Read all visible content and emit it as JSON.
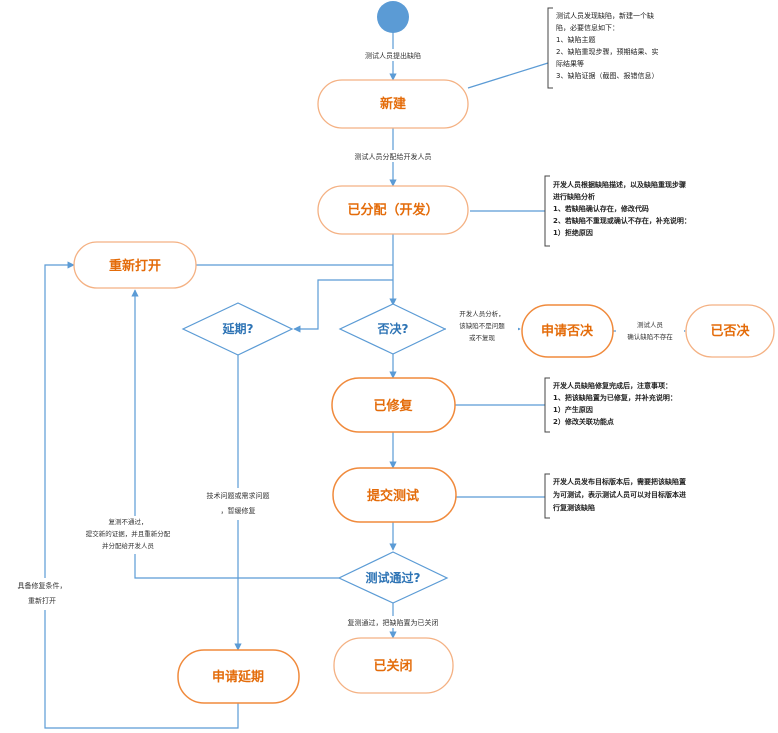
{
  "nodes": {
    "new": "新建",
    "assigned": "已分配（开发）",
    "reopen": "重新打开",
    "apply_reject": "申请否决",
    "rejected": "已否决",
    "fixed": "已修复",
    "submit_test": "提交测试",
    "apply_delay": "申请延期",
    "closed": "已关闭"
  },
  "decisions": {
    "delay": "延期?",
    "reject": "否决?",
    "test_pass": "测试通过?"
  },
  "edge_labels": {
    "start_to_new": "测试人员提出缺陷",
    "new_to_assigned": "测试人员分配给开发人员",
    "reject_yes": [
      "开发人员分析，",
      "该缺陷不是问题",
      "或不复现"
    ],
    "apply_to_rejected": [
      "测试人员",
      "确认缺陷不存在"
    ],
    "tech_issue": [
      "技术问题或需求问题",
      "，暂缓修复"
    ],
    "retest_fail": [
      "复测不通过，",
      "提交新的证据，并且重新分配",
      "并分配给开发人员"
    ],
    "reopen_cond": [
      "具备修复条件，",
      "重新打开"
    ],
    "retest_pass": "复测通过，把缺陷置为已关闭"
  },
  "notes": {
    "new_note": [
      "测试人员发现缺陷，新建一个缺",
      "陷，必要信息如下：",
      "1、缺陷主题",
      "2、缺陷重现步骤，预期结果、实",
      "际结果等",
      "3、缺陷证据（截图、报错信息）"
    ],
    "assigned_note": [
      "开发人员根据缺陷描述，以及缺陷重现步骤",
      "进行缺陷分析",
      "1、若缺陷确认存在，修改代码",
      "2、若缺陷不重现或确认不存在，补充说明：",
      "1）拒绝原因"
    ],
    "fixed_note": [
      "开发人员缺陷修复完成后，注意事项：",
      "1、把该缺陷置为已修复，并补充说明：",
      "1）产生原因",
      "2）修改关联功能点"
    ],
    "submit_note": [
      "开发人员发布目标版本后，需要把该缺陷置",
      "为可测试，表示测试人员可以对目标版本进",
      "行复测该缺陷"
    ]
  },
  "colors": {
    "edge": "#5b9bd5",
    "node_border": "#f4b183",
    "node_text": "#e46c0a",
    "start": "#5b9bd5"
  }
}
